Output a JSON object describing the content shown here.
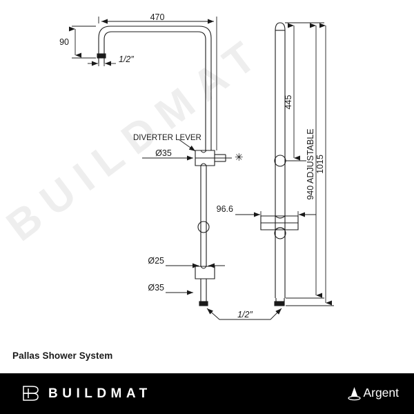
{
  "product": {
    "title": "Pallas Shower System"
  },
  "watermark": {
    "text": "BUILDMAT"
  },
  "drawing": {
    "labels": {
      "width_470": "470",
      "height_90": "90",
      "inlet_top": "1/2″",
      "diverter_lever": "DIVERTER LEVER",
      "diverter_dia": "Ø35",
      "asterisk_note": "✳",
      "rail_dia_25": "Ø25",
      "outlet_dia_35": "Ø35",
      "outlet_bottom": "1/2″",
      "bracket_projection": "96.6",
      "rail_445": "445",
      "rail_940": "940 ADJUSTABLE",
      "rail_1015": "1015"
    }
  },
  "footer": {
    "brand_name": "BUILDMAT",
    "brand_mark": "buildmat-b-icon",
    "partner_name": "Argent",
    "partner_mark": "argent-droplet-icon",
    "background_color": "#000000",
    "text_color": "#ffffff"
  },
  "colors": {
    "line": "#1a1a1a",
    "page_background": "#ffffff",
    "watermark": "#eeeeee",
    "title_text": "#1a1a1a"
  }
}
